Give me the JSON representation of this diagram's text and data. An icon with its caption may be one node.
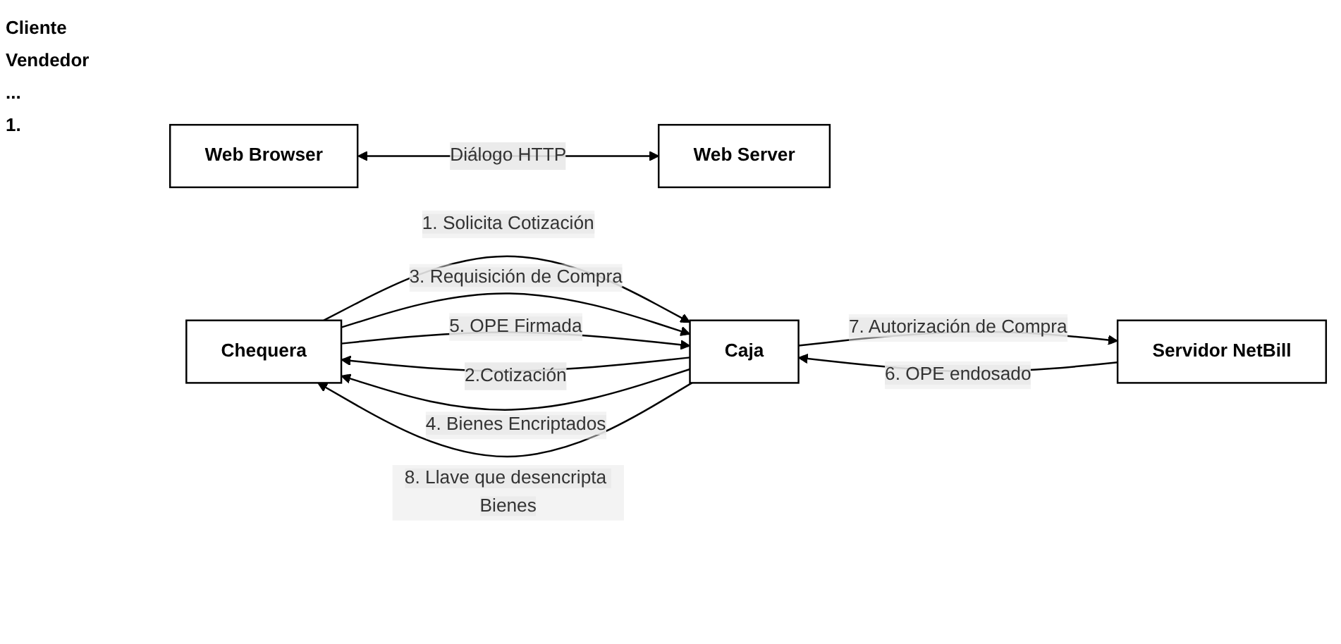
{
  "diagram": {
    "nodes": [
      {
        "text": [
          "Web Browser"
        ]
      },
      {
        "text": [
          "Chequera"
        ]
      },
      {
        "text": [
          "Web Server"
        ]
      },
      {
        "text": [
          "Caja"
        ]
      },
      {
        "text": [
          "Servidor NetBill"
        ]
      }
    ],
    "edges": [
      {
        "from": 0,
        "to": 2,
        "arrow": "both",
        "label": "Diálogo HTTP"
      },
      {
        "from": 1,
        "to": 3,
        "arrow": "to",
        "label": "1. Solicita Cotización"
      },
      {
        "from": 3,
        "to": 1,
        "arrow": "to",
        "label": "2.Cotización"
      },
      {
        "from": 1,
        "to": 3,
        "arrow": "to",
        "label": "3. Requisición de Compra"
      },
      {
        "from": 3,
        "to": 1,
        "arrow": "to",
        "label": "4. Bienes Encriptados"
      },
      {
        "from": 1,
        "to": 3,
        "arrow": "to",
        "label": "5. OPE Firmada"
      },
      {
        "from": 3,
        "to": 1,
        "arrow": "to",
        "label": "8. Llave que desencripta Bienes"
      },
      {
        "from": 4,
        "to": 3,
        "arrow": "to",
        "label": "6. OPE endosado"
      },
      {
        "from": 3,
        "to": 4,
        "arrow": "to",
        "label": "7. Autorización de Compra"
      }
    ],
    "labels": [
      "Cliente",
      "Vendedor",
      "...",
      "1."
    ]
  }
}
